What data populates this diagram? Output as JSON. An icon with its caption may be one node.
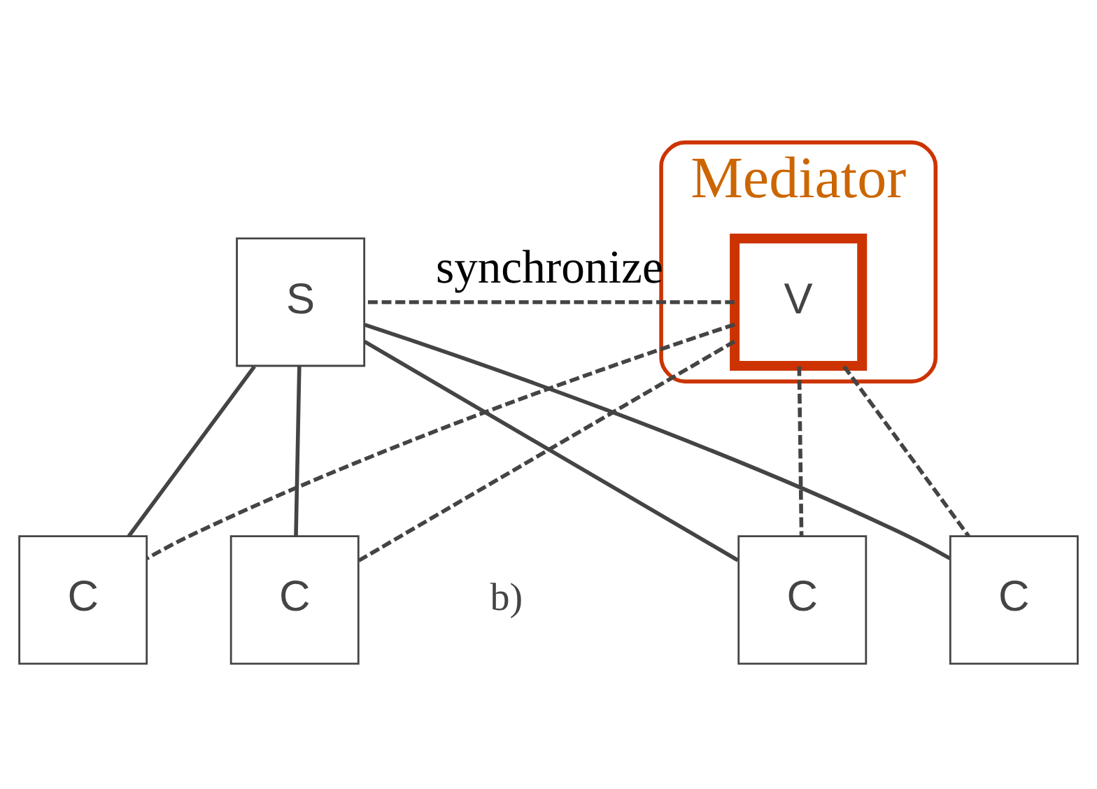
{
  "diagram": {
    "nodes": [
      {
        "text": [
          "S"
        ]
      },
      {
        "text": [
          "Mediator"
        ]
      },
      {
        "text": [
          "V"
        ],
        "in": 1
      },
      {
        "text": [
          "C"
        ]
      },
      {
        "text": [
          "C"
        ]
      },
      {
        "text": [
          "C"
        ]
      },
      {
        "text": [
          "C"
        ]
      }
    ],
    "edges": [
      {
        "from": 2,
        "to": 0,
        "arrow": "none",
        "style": "dashed",
        "label": "synchronize"
      },
      {
        "from": 0,
        "to": 3,
        "arrow": "none"
      },
      {
        "from": 0,
        "to": 4,
        "arrow": "none"
      },
      {
        "from": 0,
        "to": 5,
        "arrow": "none"
      },
      {
        "from": 0,
        "to": 6,
        "arrow": "none"
      },
      {
        "from": 2,
        "to": 3,
        "arrow": "none",
        "style": "dashed"
      },
      {
        "from": 2,
        "to": 4,
        "arrow": "none",
        "style": "dashed"
      },
      {
        "from": 2,
        "to": 5,
        "arrow": "none",
        "style": "dashed"
      },
      {
        "from": 2,
        "to": 6,
        "arrow": "none",
        "style": "dashed"
      }
    ],
    "labels": [
      "b)"
    ]
  }
}
